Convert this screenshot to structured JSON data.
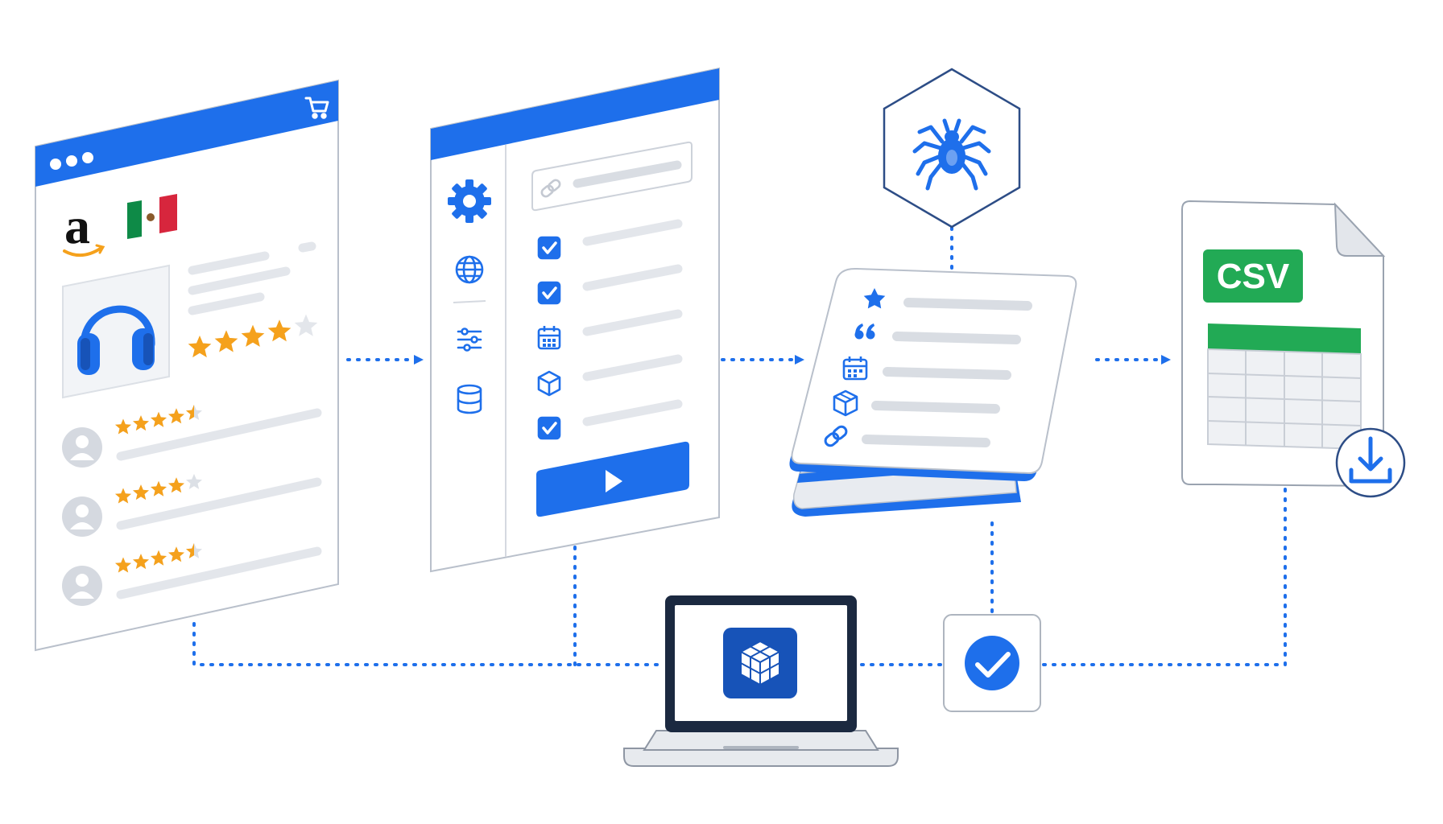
{
  "colors": {
    "primary": "#1E6FEB",
    "primary_dark": "#1753B8",
    "star": "#F5A11C",
    "green": "#22AA55",
    "grey_line": "#E3E6EB",
    "border": "#B9C0CB"
  },
  "store_window": {
    "logo_text": "a",
    "flag_icon": "mexico-flag-icon",
    "product_icon": "headphones-icon",
    "cart_icon": "cart-icon",
    "product_rating": 4,
    "reviews": [
      {
        "avatar_icon": "user-avatar-icon",
        "rating": 4.5
      },
      {
        "avatar_icon": "user-avatar-icon",
        "rating": 4
      },
      {
        "avatar_icon": "user-avatar-icon",
        "rating": 4.5
      }
    ]
  },
  "config_window": {
    "sidebar_icons": [
      "gear-icon",
      "globe-icon",
      "filter-icon",
      "database-icon"
    ],
    "url_icon": "link-icon",
    "options": [
      {
        "icon": "checkbox-icon",
        "checked": true
      },
      {
        "icon": "checkbox-icon",
        "checked": true
      },
      {
        "icon": "calendar-icon",
        "checked": false
      },
      {
        "icon": "box-icon",
        "checked": false
      },
      {
        "icon": "checkbox-icon",
        "checked": true
      }
    ],
    "run_icon": "play-icon"
  },
  "crawler": {
    "icon": "spider-icon"
  },
  "fields_card": {
    "field_icons": [
      "star-icon",
      "quote-icon",
      "calendar-icon",
      "box-icon",
      "link-icon"
    ]
  },
  "csv_file": {
    "label": "CSV",
    "download_icon": "download-icon"
  },
  "laptop": {
    "app_icon": "cube-app-icon"
  },
  "verify": {
    "icon": "check-circle-icon"
  }
}
